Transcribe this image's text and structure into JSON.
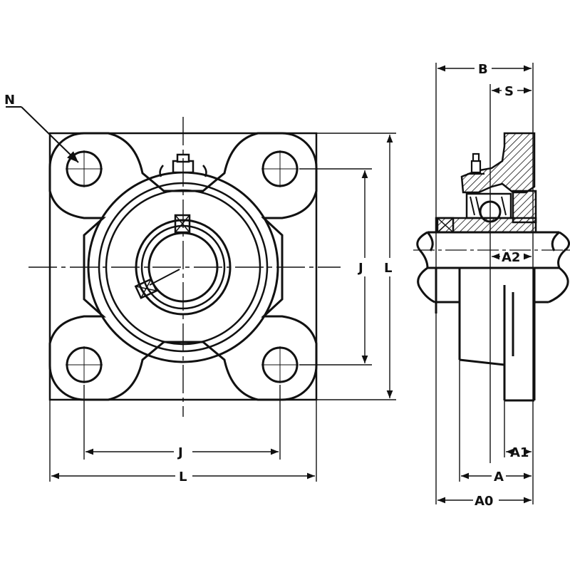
{
  "labels": {
    "N": "N",
    "J_horizontal": "J",
    "L_horizontal": "L",
    "J_vertical": "J",
    "L_vertical": "L",
    "B": "B",
    "S": "S",
    "A2": "A2",
    "A1": "A1",
    "A": "A",
    "A0": "A0"
  }
}
